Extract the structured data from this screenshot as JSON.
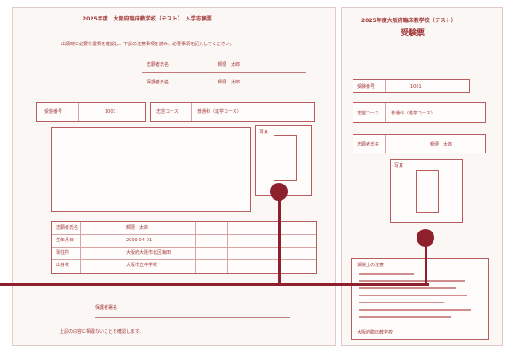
{
  "application_form": {
    "title": "2025年度　大阪府臨床教学校（テスト）　入学志願票",
    "instruction": "出願時に必要な書類を確認し、下記の注意事項を読み、必要事項を記入してください。",
    "applicant_name_label": "志願者氏名",
    "applicant_name_value": "郵便　太郎",
    "guardian_name_label": "保護者氏名",
    "guardian_name_value": "郵便　太郎",
    "exam_number_label": "受験番号",
    "exam_number_value": "1001",
    "exam_course_label": "志望コース",
    "exam_course_value": "普通科（進学コース）",
    "photo_label": "写真",
    "info_rows": [
      {
        "label": "志願者氏名",
        "value": "郵便　太郎"
      },
      {
        "label": "生年月日",
        "value": "2009-04-01"
      },
      {
        "label": "現住所",
        "value": "大阪府大阪市北区梅田"
      },
      {
        "label": "出身校",
        "value": "大阪市立中学校"
      }
    ],
    "signature_label": "保護者署名",
    "footer_note": "上記の内容に相違ないことを確認します。"
  },
  "admission_ticket": {
    "title": "2025年度大阪府臨床教学校（テスト）",
    "heading": "受験票",
    "exam_number_label": "受験番号",
    "exam_number_value": "1001",
    "course_label": "志望コース",
    "course_value": "普通科（進学コース）",
    "name_label": "志願者氏名",
    "name_value": "郵便　太郎",
    "photo_label": "写真",
    "notes_title": "受験上の注意",
    "notes_signature": "大阪府臨床教学校"
  },
  "colors": {
    "accent": "#8e1f2c",
    "line": "#b85d5d",
    "paper": "#fbf7f5"
  }
}
